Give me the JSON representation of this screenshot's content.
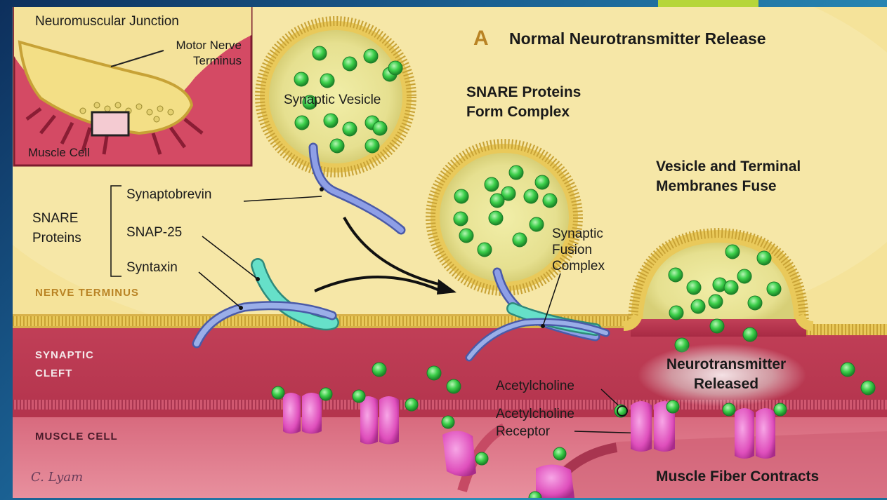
{
  "inset": {
    "title": "Neuromuscular Junction",
    "motor_nerve_terminus": "Motor Nerve Terminus",
    "muscle_cell": "Muscle Cell"
  },
  "panel": {
    "letter": "A",
    "title": "Normal Neurotransmitter Release"
  },
  "labels": {
    "synaptic_vesicle": "Synaptic Vesicle",
    "snare_form_complex": "SNARE Proteins Form Complex",
    "vesicle_membranes_fuse": "Vesicle and Terminal Membranes Fuse",
    "snare_proteins": "SNARE Proteins",
    "synaptobrevin": "Synaptobrevin",
    "snap25": "SNAP-25",
    "syntaxin": "Syntaxin",
    "synaptic_fusion_complex": "Synaptic Fusion Complex",
    "nerve_terminus": "NERVE TERMINUS",
    "synaptic_cleft": "SYNAPTIC CLEFT",
    "muscle_cell_region": "MUSCLE CELL",
    "neurotransmitter_released": "Neurotransmitter Released",
    "acetylcholine": "Acetylcholine",
    "acetylcholine_receptor": "Acetylcholine Receptor",
    "muscle_fiber_contracts": "Muscle Fiber Contracts",
    "signature": "C. Lyam"
  },
  "colors": {
    "nerve_terminus": "#f5e39a",
    "synaptic_cleft": "#b8344e",
    "muscle_cell": "#e07b8c",
    "vesicle_content": "#ece89a",
    "acetylcholine": "#3ccf4a",
    "receptor": "#e060c0",
    "synaptobrevin": "#7a8fd8",
    "snap25": "#5fd6c0",
    "background": "#1a5f91",
    "accent_bar": "#b6d63a"
  }
}
